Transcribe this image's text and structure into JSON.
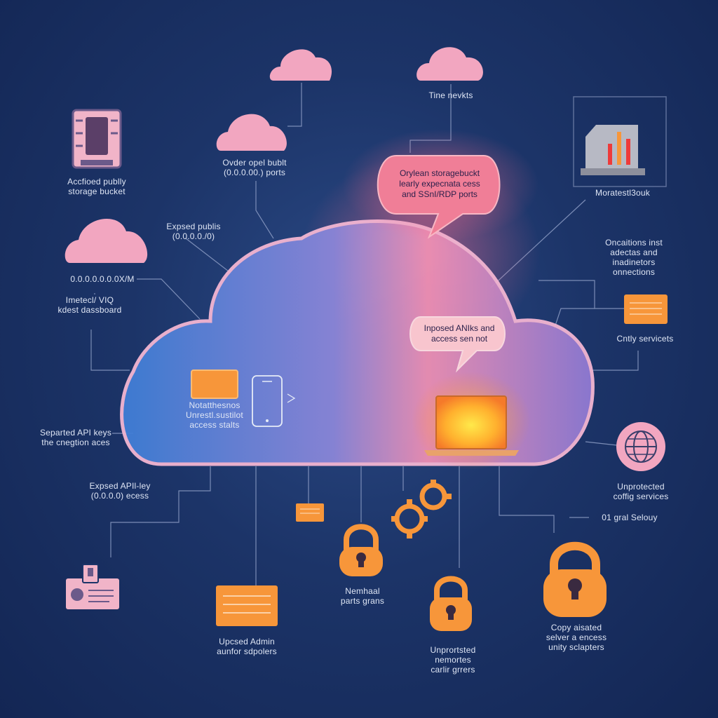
{
  "labels": {
    "top_right_cloud": "Tine nevkts",
    "exposed_ports_top": [
      "Ovder opel bublt",
      "(0.0.0.00.) ports"
    ],
    "storage_bucket_left": [
      "Accfioed publly",
      "storage bucket"
    ],
    "exposed_left_mid": [
      "Expsed publis",
      "(0.0.0.0./0)"
    ],
    "ip_range": "0.0.0.0.0.0.0X/M",
    "dashboard": [
      "Imetecl/ VIQ",
      "kdest dassboard"
    ],
    "api_keys_left": [
      "Separted API keys",
      "the cnegtion aces"
    ],
    "api_key_exposed": [
      "Expsed APIl-ley",
      "(0.0.0.0) ecess"
    ],
    "admin_panel": [
      "Upcsed Admin",
      "aunfor sdpolers"
    ],
    "network_ports": [
      "Nemhaal",
      "parts grans"
    ],
    "unprotected_remote": [
      "Unprortsted",
      "nemortes",
      "carlir grrers"
    ],
    "copy_services": [
      "Copy aisated",
      "selver a encess",
      "unity sclapters"
    ],
    "global_security": "01 gral Selouy",
    "unprotected_config": [
      "Unprotected",
      "coffig services"
    ],
    "entity_services": "Cntly servicets",
    "operations": [
      "Oncaitions inst",
      "adectas and",
      "inadinetors",
      "onnections"
    ],
    "monitoring_book": "Moratestl3ouk",
    "center_left": [
      "Notatthesnos",
      "Unrestl.sustilot",
      "access stalts"
    ],
    "bubble_top": [
      "Orylean storagebuckt",
      "learly expecnata cess",
      "and SSnI/RDP ports"
    ],
    "bubble_right": [
      "Inposed ANIks and",
      "access sen not"
    ]
  },
  "colors": {
    "background": "#1c3468",
    "cloud_pink": "#f2a6c0",
    "orange": "#f7963a",
    "line": "#8c9cc4"
  },
  "icons": [
    "server-icon",
    "cloud-icon",
    "chart-monitor-icon",
    "globe-icon",
    "padlock-icon",
    "gear-icon",
    "id-card-icon",
    "laptop-icon",
    "phone-icon",
    "card-icon"
  ]
}
